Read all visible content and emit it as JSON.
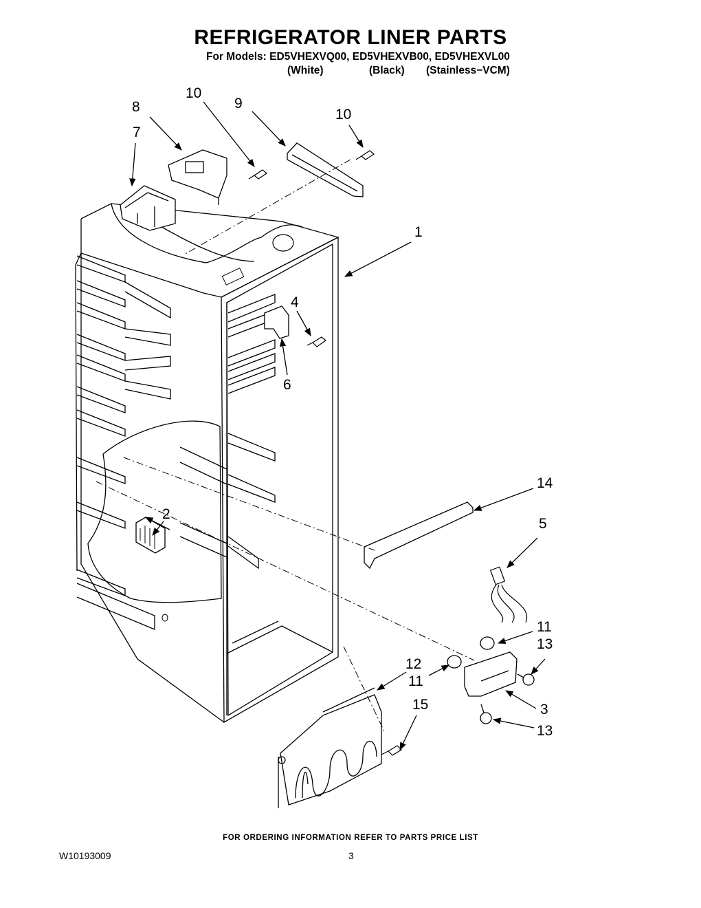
{
  "header": {
    "title": "REFRIGERATOR LINER PARTS",
    "models_line": "For Models: ED5VHEXVQ00, ED5VHEXVB00, ED5VHEXVL00",
    "variants": [
      "(White)",
      "(Black)",
      "(Stainless−VCM)"
    ]
  },
  "callouts": {
    "c1": "1",
    "c2": "2",
    "c3": "3",
    "c4": "4",
    "c5": "5",
    "c6": "6",
    "c7": "7",
    "c8": "8",
    "c9": "9",
    "c10a": "10",
    "c10b": "10",
    "c11a": "11",
    "c11b": "11",
    "c12": "12",
    "c13a": "13",
    "c13b": "13",
    "c14": "14",
    "c15": "15"
  },
  "footer": {
    "note": "FOR ORDERING INFORMATION REFER TO PARTS PRICE LIST",
    "doc_number": "W10193009",
    "page": "3"
  }
}
